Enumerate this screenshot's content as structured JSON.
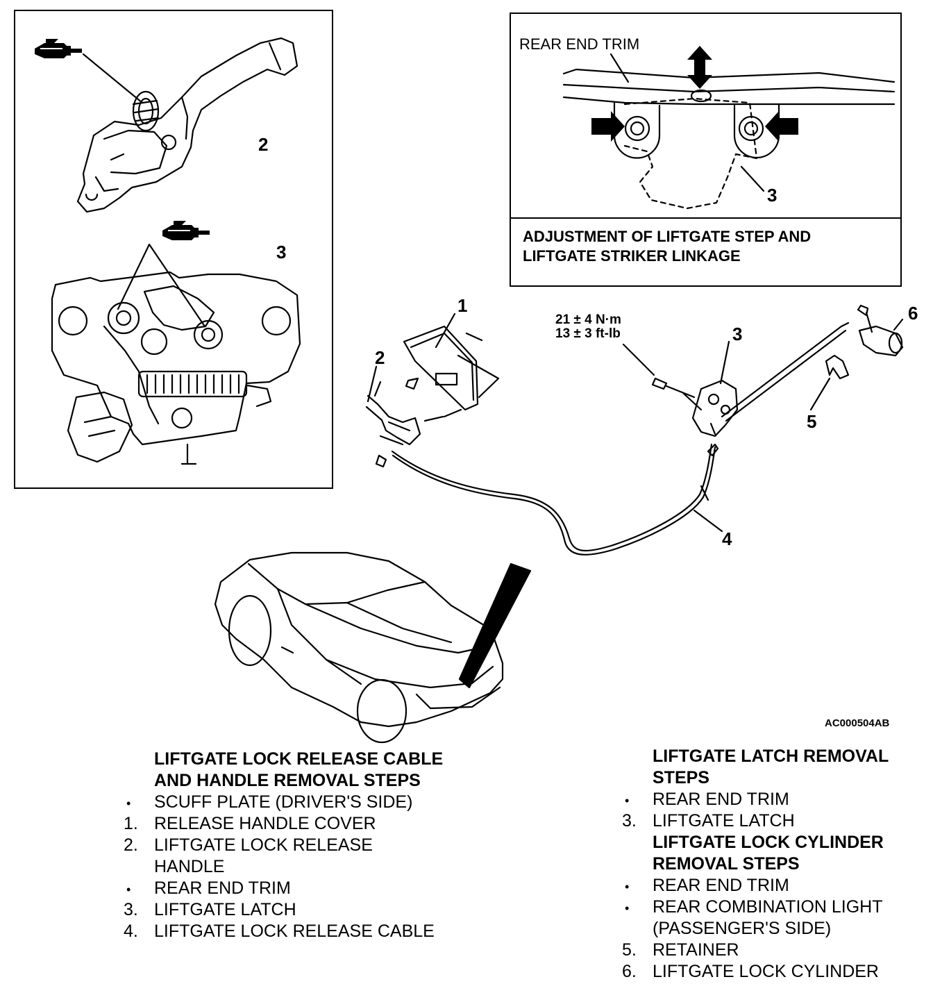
{
  "inset_adjustment": {
    "trim_label": "REAR END TRIM",
    "callout": "3",
    "caption_line1": "ADJUSTMENT OF LIFTGATE STEP AND",
    "caption_line2": "LIFTGATE STRIKER LINKAGE"
  },
  "inset_detail": {
    "callout_handle": "2",
    "callout_latch": "3",
    "grease_icon": "grease-gun-icon"
  },
  "main": {
    "callouts": [
      "1",
      "2",
      "3",
      "4",
      "5",
      "6"
    ],
    "torque_line1": "21 ± 4 N·m",
    "torque_line2": "13 ± 3 ft-lb",
    "figure_id": "AC000504AB"
  },
  "left_steps": {
    "heading_line1": "LIFTGATE LOCK RELEASE CABLE",
    "heading_line2": "AND HANDLE REMOVAL STEPS",
    "items": [
      {
        "marker": "•",
        "text": "SCUFF PLATE (DRIVER'S SIDE)"
      },
      {
        "marker": "1.",
        "text": "RELEASE HANDLE COVER"
      },
      {
        "marker": "2.",
        "text": "LIFTGATE LOCK RELEASE"
      },
      {
        "marker": "",
        "text": "HANDLE"
      },
      {
        "marker": "•",
        "text": "REAR END TRIM"
      },
      {
        "marker": "3.",
        "text": "LIFTGATE LATCH"
      },
      {
        "marker": "4.",
        "text": "LIFTGATE LOCK RELEASE CABLE"
      }
    ]
  },
  "right_steps": {
    "heading_line1": "LIFTGATE LATCH REMOVAL",
    "heading_line2": "STEPS",
    "items_a": [
      {
        "marker": "•",
        "text": "REAR END TRIM"
      },
      {
        "marker": "3.",
        "text": "LIFTGATE LATCH"
      }
    ],
    "heading2_line1": "LIFTGATE LOCK CYLINDER",
    "heading2_line2": "REMOVAL STEPS",
    "items_b": [
      {
        "marker": "•",
        "text": "REAR END TRIM"
      },
      {
        "marker": "•",
        "text": "REAR COMBINATION LIGHT"
      },
      {
        "marker": "",
        "text": "(PASSENGER'S SIDE)"
      },
      {
        "marker": "5.",
        "text": "RETAINER"
      },
      {
        "marker": "6.",
        "text": "LIFTGATE LOCK CYLINDER"
      }
    ]
  }
}
